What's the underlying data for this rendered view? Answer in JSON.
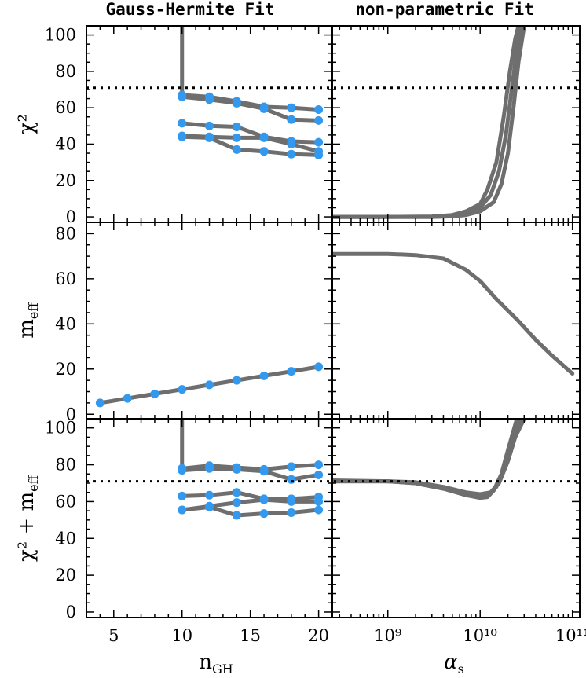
{
  "titles": {
    "left": "Gauss-Hermite Fit",
    "right": "non-parametric Fit"
  },
  "axes": {
    "x_left_label_base": "n",
    "x_left_label_sub": "GH",
    "x_right_label_base": "α",
    "x_right_label_sub": "s",
    "y_row1_label": "χ²",
    "y_row2_label_base": "m",
    "y_row2_label_sub": "eff",
    "y_row3_label_base": "χ² + m",
    "y_row3_label_sub": "eff"
  },
  "chart_data": {
    "type": "line",
    "reference_line_y": 71,
    "x_left": {
      "range": [
        3,
        21
      ],
      "ticks": [
        5,
        10,
        15,
        20
      ],
      "tick_labels": [
        "5",
        "10",
        "15",
        "20"
      ]
    },
    "x_right": {
      "scale": "log",
      "range": [
        250000000.0,
        120000000000.0
      ],
      "ticks": [
        1000000000.0,
        10000000000.0,
        100000000000.0
      ],
      "tick_labels": [
        "10⁹",
        "10¹⁰",
        "10¹¹"
      ]
    },
    "rows": [
      {
        "ylabel": "χ²",
        "ylim": [
          -3,
          105
        ],
        "yticks": [
          0,
          20,
          40,
          60,
          80,
          100
        ],
        "reference_line": true,
        "left_vertical_at_x": 10,
        "left_series": [
          {
            "x": [
              10,
              12,
              14,
              16,
              18,
              20
            ],
            "y": [
              67,
              66,
              63.5,
              60.5,
              60,
              59
            ]
          },
          {
            "x": [
              10,
              12,
              14,
              16,
              18,
              20
            ],
            "y": [
              66,
              64.5,
              62.5,
              59.5,
              53.5,
              53
            ]
          },
          {
            "x": [
              10,
              12,
              14,
              16,
              18,
              20
            ],
            "y": [
              51.5,
              50,
              49.5,
              44,
              41.5,
              41
            ]
          },
          {
            "x": [
              10,
              12,
              14,
              16,
              18,
              20
            ],
            "y": [
              44.5,
              44,
              43.5,
              43.5,
              40,
              36
            ]
          },
          {
            "x": [
              10,
              12,
              14,
              16,
              18,
              20
            ],
            "y": [
              44,
              43.5,
              37,
              36,
              34.5,
              34
            ]
          }
        ],
        "right_series": [
          {
            "x": [
              250000000.0,
              1000000000.0,
              3000000000.0,
              5000000000.0,
              7000000000.0,
              10000000000.0,
              14000000000.0,
              17000000000.0,
              20000000000.0,
              23000000000.0,
              26000000000.0,
              30000000000.0
            ],
            "y": [
              0,
              0,
              0,
              0.3,
              1,
              3,
              8,
              18,
              35,
              60,
              85,
              105
            ]
          },
          {
            "x": [
              250000000.0,
              1000000000.0,
              3000000000.0,
              5000000000.0,
              7000000000.0,
              10000000000.0,
              13000000000.0,
              16000000000.0,
              19000000000.0,
              22000000000.0,
              25000000000.0,
              28000000000.0
            ],
            "y": [
              0,
              0,
              0,
              0.6,
              2,
              5,
              12,
              25,
              45,
              70,
              92,
              105
            ]
          },
          {
            "x": [
              250000000.0,
              1000000000.0,
              3000000000.0,
              5000000000.0,
              7000000000.0,
              10000000000.0,
              12000000000.0,
              15000000000.0,
              18000000000.0,
              21000000000.0,
              24000000000.0,
              26000000000.0
            ],
            "y": [
              0,
              0,
              0.2,
              1,
              3,
              7,
              15,
              30,
              55,
              80,
              98,
              105
            ]
          }
        ]
      },
      {
        "ylabel": "m_eff",
        "ylim": [
          -2,
          85
        ],
        "yticks": [
          0,
          20,
          40,
          60,
          80
        ],
        "reference_line": false,
        "left_series": [
          {
            "x": [
              4,
              6,
              8,
              10,
              12,
              14,
              16,
              18,
              20
            ],
            "y": [
              5,
              7,
              9,
              11,
              13,
              15,
              17,
              19,
              21
            ]
          }
        ],
        "right_series": [
          {
            "x": [
              250000000.0,
              1000000000.0,
              2000000000.0,
              4000000000.0,
              7000000000.0,
              10000000000.0,
              15000000000.0,
              25000000000.0,
              40000000000.0,
              60000000000.0,
              100000000000.0
            ],
            "y": [
              71,
              71,
              70.5,
              69,
              64,
              59,
              51,
              42,
              33,
              26,
              18
            ]
          }
        ]
      },
      {
        "ylabel": "χ² + m_eff",
        "ylim": [
          -3,
          105
        ],
        "yticks": [
          0,
          20,
          40,
          60,
          80,
          100
        ],
        "reference_line": true,
        "left_vertical_at_x": 10,
        "left_series": [
          {
            "x": [
              10,
              12,
              14,
              16,
              18,
              20
            ],
            "y": [
              78,
              79.5,
              78.5,
              77.5,
              79,
              80
            ]
          },
          {
            "x": [
              10,
              12,
              14,
              16,
              18,
              20
            ],
            "y": [
              77,
              78,
              77.5,
              76.5,
              72,
              74.5
            ]
          },
          {
            "x": [
              10,
              12,
              14,
              16,
              18,
              20
            ],
            "y": [
              63,
              63.5,
              65,
              61.5,
              61.5,
              62.5
            ]
          },
          {
            "x": [
              10,
              12,
              14,
              16,
              18,
              20
            ],
            "y": [
              55.5,
              57.5,
              59.5,
              61,
              60,
              60
            ]
          },
          {
            "x": [
              10,
              12,
              14,
              16,
              18,
              20
            ],
            "y": [
              55.5,
              57,
              52.5,
              53.5,
              54,
              55.5
            ]
          }
        ],
        "right_series": [
          {
            "x": [
              250000000.0,
              1000000000.0,
              2000000000.0,
              4000000000.0,
              7000000000.0,
              10000000000.0,
              13000000000.0,
              16000000000.0,
              20000000000.0,
              24000000000.0,
              30000000000.0
            ],
            "y": [
              71,
              71,
              70.5,
              68,
              65,
              64,
              65,
              70,
              82,
              95,
              105
            ]
          },
          {
            "x": [
              250000000.0,
              1000000000.0,
              2000000000.0,
              4000000000.0,
              7000000000.0,
              10000000000.0,
              12000000000.0,
              15000000000.0,
              18000000000.0,
              22000000000.0,
              27000000000.0
            ],
            "y": [
              71,
              71,
              70,
              67,
              64,
              62,
              63,
              68,
              78,
              92,
              105
            ]
          },
          {
            "x": [
              250000000.0,
              1000000000.0,
              2000000000.0,
              4000000000.0,
              7000000000.0,
              10000000000.0,
              12000000000.0,
              14000000000.0,
              17000000000.0,
              20000000000.0,
              25000000000.0
            ],
            "y": [
              71.5,
              71,
              70,
              67,
              63.5,
              62,
              62.5,
              66,
              75,
              88,
              105
            ]
          }
        ]
      }
    ]
  }
}
